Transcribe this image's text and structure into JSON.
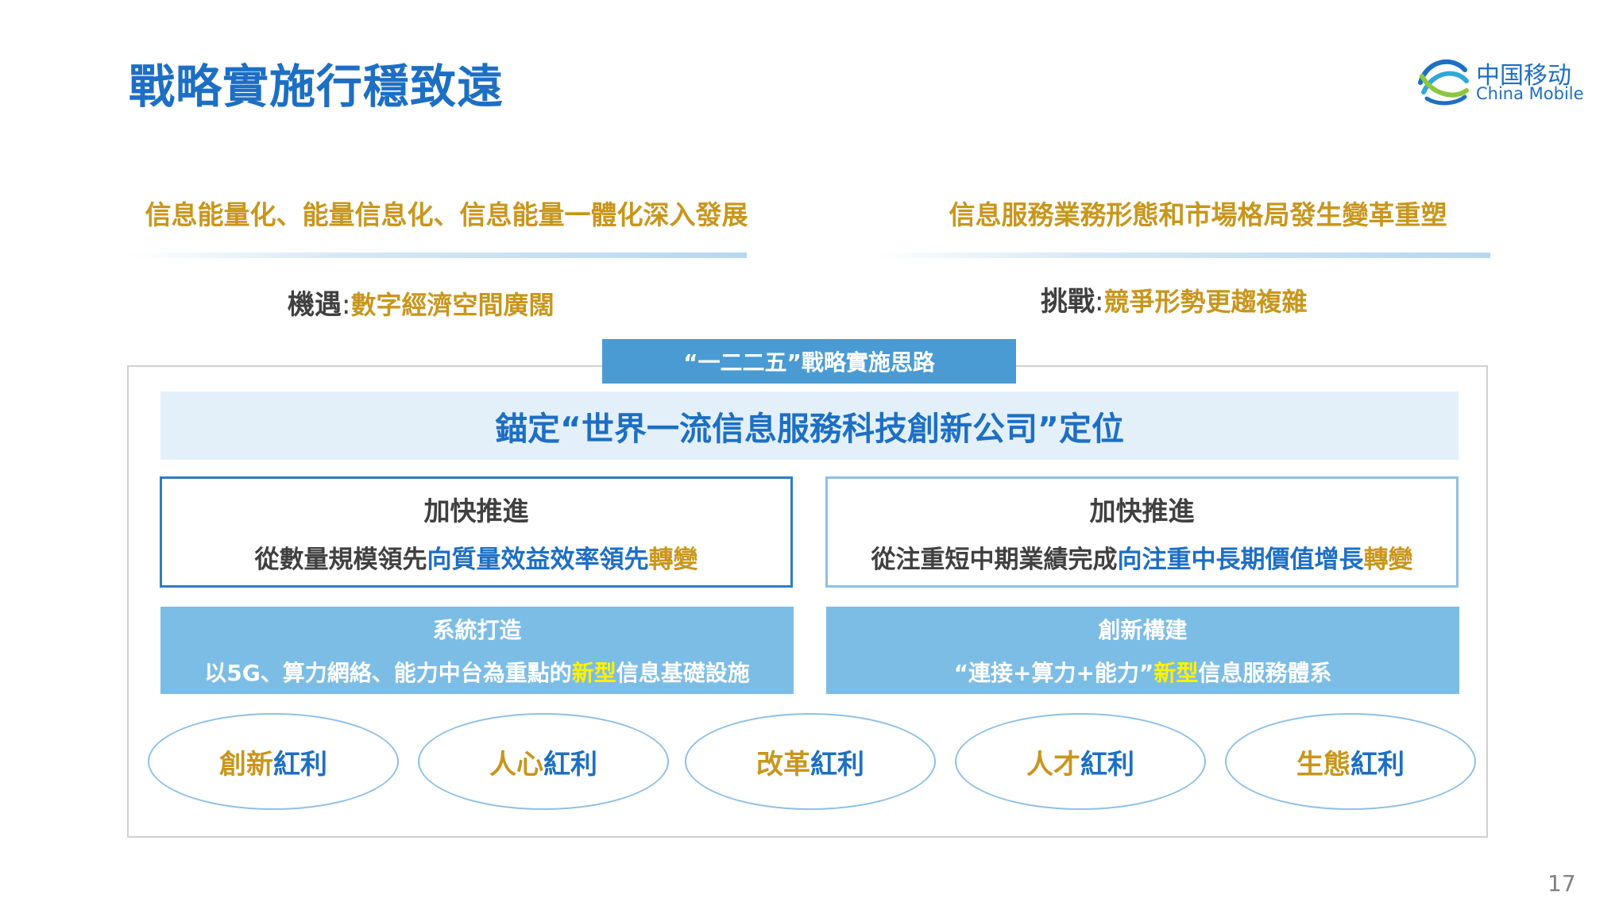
{
  "slide": {
    "title": "戰略實施行穩致遠",
    "page_number": "17"
  },
  "logo": {
    "cn": "中国移动",
    "en": "China Mobile",
    "colors": [
      "#1d6fc4",
      "#2ea8d8",
      "#8dc63f"
    ]
  },
  "opportunity": {
    "heading": "信息能量化、能量信息化、信息能量一體化深入發展",
    "label": "機遇",
    "separator": ":",
    "value": "數字經濟空間廣闊"
  },
  "challenge": {
    "heading": "信息服務業務形態和市場格局發生變革重塑",
    "label": "挑戰",
    "separator": ":",
    "value": "競爭形勢更趨複雜"
  },
  "strategy": {
    "tag": "“一二二五”戰略實施思路",
    "anchor": "錨定“世界一流信息服務科技創新公司”定位",
    "boxes": [
      {
        "heading": "加快推進",
        "text_dark": "從數量規模領先",
        "text_blue": "向質量效益效率領先",
        "text_gold": "轉變"
      },
      {
        "heading": "加快推進",
        "text_dark": "從注重短中期業績完成",
        "text_blue": "向注重中長期價值增長",
        "text_gold": "轉變"
      }
    ],
    "bands": [
      {
        "heading": "系統打造",
        "text_before": "以5G、算力網絡、能力中台為重點的",
        "text_highlight": "新型",
        "text_after": "信息基礎設施"
      },
      {
        "heading": "創新構建",
        "text_before": "“連接+算力+能力”",
        "text_highlight": "新型",
        "text_after": "信息服務體系"
      }
    ],
    "dividends": [
      {
        "gold": "創新",
        "blue": "紅利"
      },
      {
        "gold": "人心",
        "blue": "紅利"
      },
      {
        "gold": "改革",
        "blue": "紅利"
      },
      {
        "gold": "人才",
        "blue": "紅利"
      },
      {
        "gold": "生態",
        "blue": "紅利"
      }
    ]
  },
  "colors": {
    "title_blue": "#1d6fc4",
    "gold": "#c8961c",
    "tag_blue": "#4a9bd3",
    "band_blue": "#7cbde6",
    "highlight_yellow": "#fff200",
    "anchor_bg": "#e3f0fa"
  }
}
